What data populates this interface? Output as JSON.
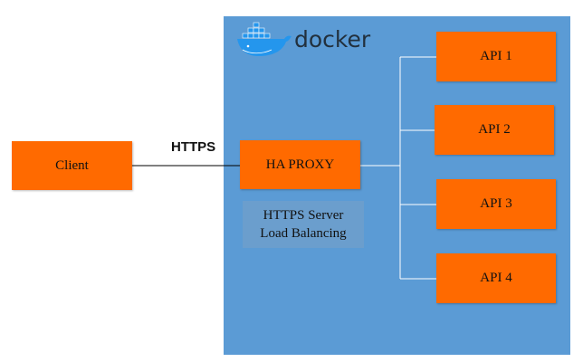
{
  "client": {
    "label": "Client"
  },
  "connection": {
    "label": "HTTPS"
  },
  "docker": {
    "brand": "docker"
  },
  "proxy": {
    "label": "HA PROXY"
  },
  "note": {
    "line1": "HTTPS Server",
    "line2": "Load Balancing"
  },
  "apis": [
    "API 1",
    "API 2",
    "API 3",
    "API 4"
  ],
  "colors": {
    "box": "#ff6a00",
    "container": "#5b9bd5",
    "note": "#6b9ecd",
    "line": "#ffffff"
  }
}
